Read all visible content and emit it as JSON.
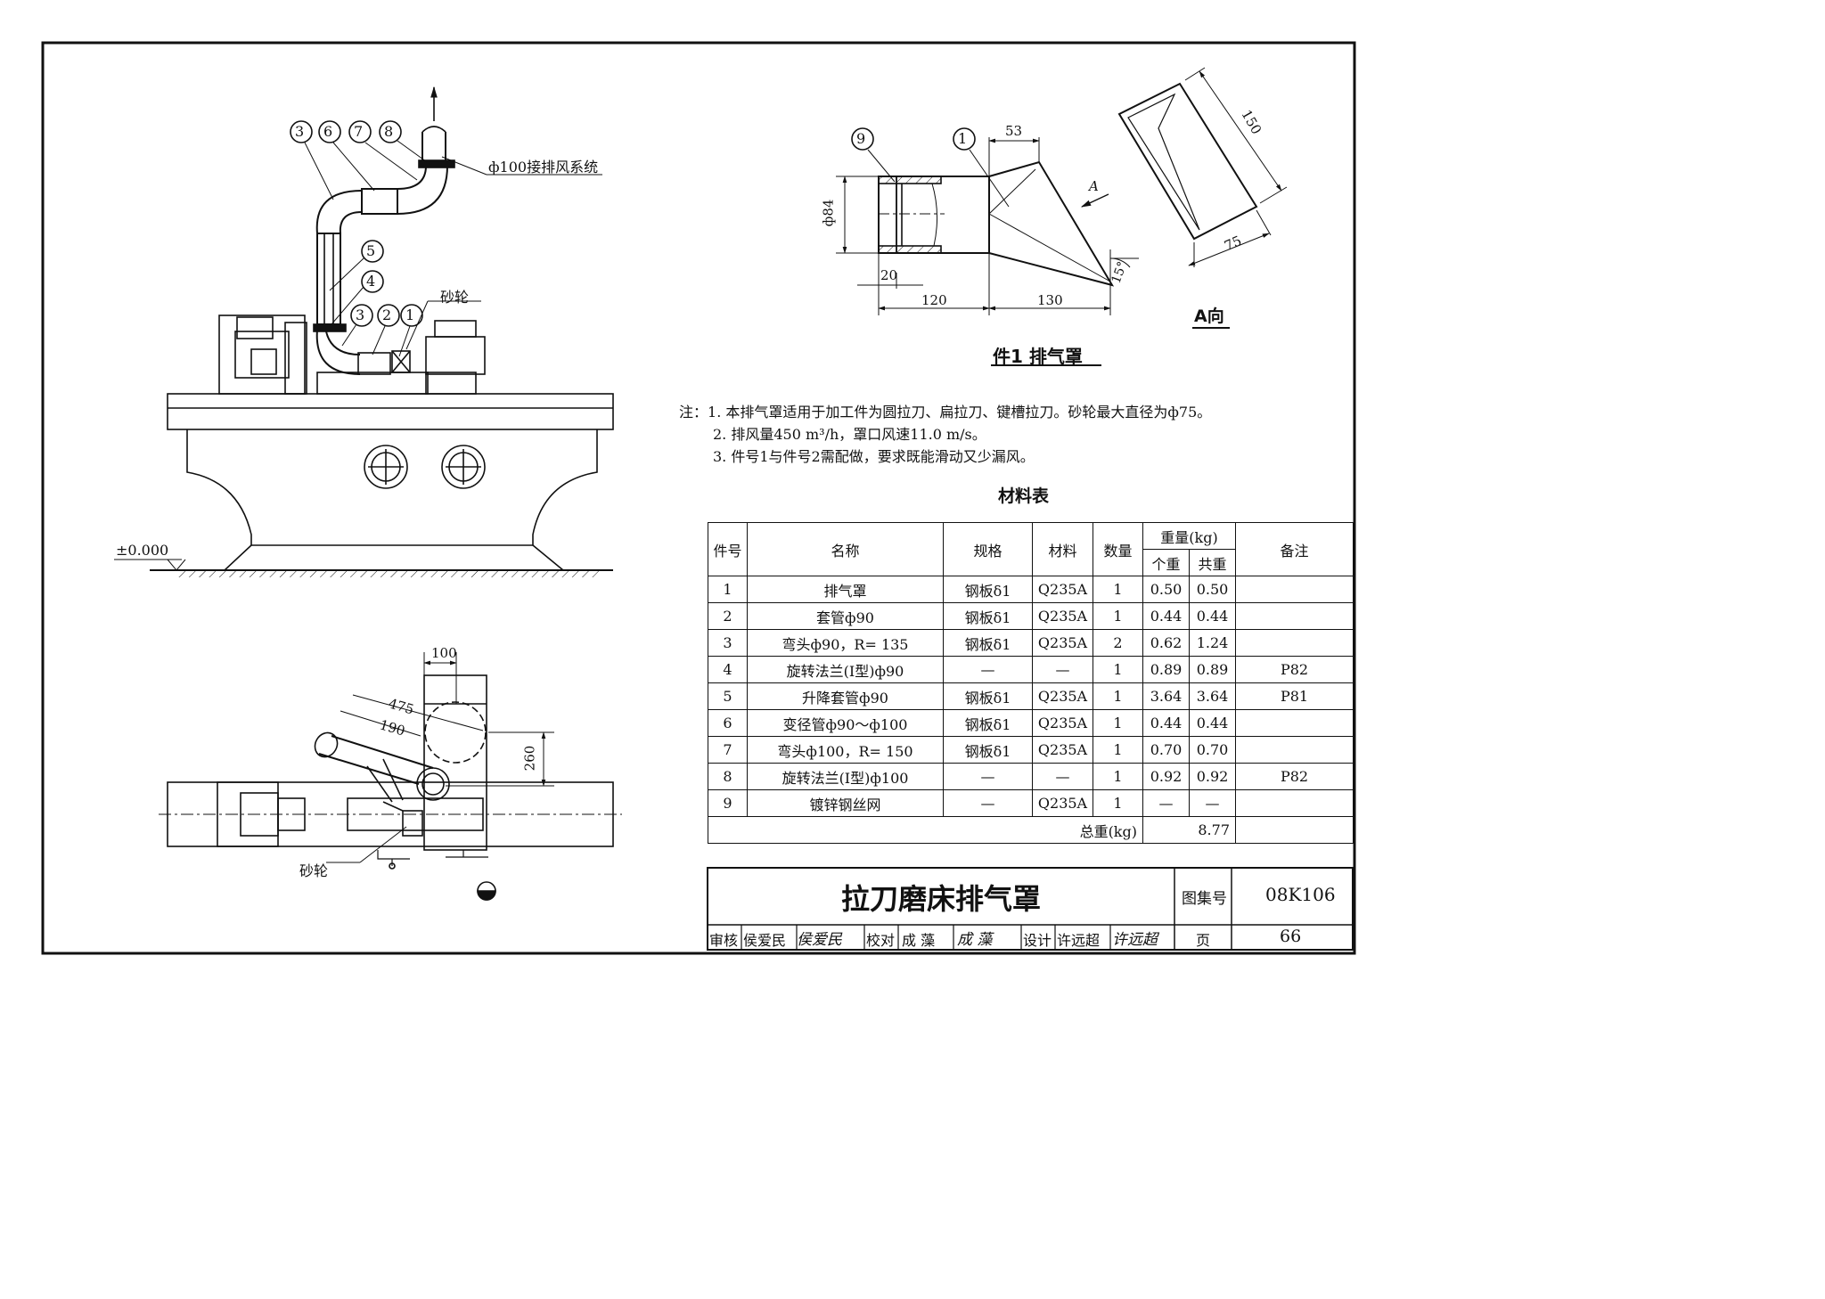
{
  "view_labels": {
    "exhaust_system": "ф100接排风系统",
    "grinding_wheel": "砂轮",
    "elevation": "±0.000",
    "grinding_wheel_plan": "砂轮"
  },
  "balloons": {
    "top_row": [
      "3",
      "6",
      "7",
      "8"
    ],
    "side": [
      "5",
      "4",
      "3",
      "2",
      "1"
    ],
    "detail": [
      "9",
      "1"
    ]
  },
  "dimensions": {
    "d53": "53",
    "d84": "ф84",
    "d20": "20",
    "d120": "120",
    "d130": "130",
    "d150": "150",
    "d75": "75",
    "angle": "15°",
    "arrow_a": "A",
    "d100": "100",
    "d475": "475",
    "d190": "190",
    "d260": "260"
  },
  "part1_caption": "件1  排气罩",
  "a_view_caption": "A向",
  "notes": {
    "prefix": "注：",
    "items": [
      "1. 本排气罩适用于加工件为圆拉刀、扁拉刀、键槽拉刀。砂轮最大直径为ф75。",
      "2. 排风量450 m³/h，罩口风速11.0 m/s。",
      "3. 件号1与件号2需配做，要求既能滑动又少漏风。"
    ]
  },
  "material_table": {
    "title": "材料表",
    "headers": {
      "no": "件号",
      "name": "名称",
      "spec": "规格",
      "material": "材料",
      "qty": "数量",
      "weight": "重量(kg)",
      "unit_weight": "个重",
      "total_weight": "共重",
      "remark": "备注"
    },
    "rows": [
      [
        "1",
        "排气罩",
        "钢板δ1",
        "Q235A",
        "1",
        "0.50",
        "0.50",
        ""
      ],
      [
        "2",
        "套管ф90",
        "钢板δ1",
        "Q235A",
        "1",
        "0.44",
        "0.44",
        ""
      ],
      [
        "3",
        "弯头ф90，R= 135",
        "钢板δ1",
        "Q235A",
        "2",
        "0.62",
        "1.24",
        ""
      ],
      [
        "4",
        "旋转法兰(Ⅰ型)ф90",
        "—",
        "—",
        "1",
        "0.89",
        "0.89",
        "P82"
      ],
      [
        "5",
        "升降套管ф90",
        "钢板δ1",
        "Q235A",
        "1",
        "3.64",
        "3.64",
        "P81"
      ],
      [
        "6",
        "变径管ф90～ф100",
        "钢板δ1",
        "Q235A",
        "1",
        "0.44",
        "0.44",
        ""
      ],
      [
        "7",
        "弯头ф100，R= 150",
        "钢板δ1",
        "Q235A",
        "1",
        "0.70",
        "0.70",
        ""
      ],
      [
        "8",
        "旋转法兰(Ⅰ型)ф100",
        "—",
        "—",
        "1",
        "0.92",
        "0.92",
        "P82"
      ],
      [
        "9",
        "镀锌钢丝网",
        "—",
        "Q235A",
        "1",
        "—",
        "—",
        ""
      ]
    ],
    "total_label": "总重(kg)",
    "total_value": "8.77"
  },
  "title_block": {
    "title": "拉刀磨床排气罩",
    "atlas_label": "图集号",
    "atlas_no": "08K106",
    "page_label": "页",
    "page_no": "66",
    "review_label": "审核",
    "reviewer": "侯爱民",
    "reviewer_sign": "侯爱民",
    "check_label": "校对",
    "checker": "成  藻",
    "checker_sign": "成  藻",
    "design_label": "设计",
    "designer": "许远超",
    "designer_sign": "许远超"
  }
}
